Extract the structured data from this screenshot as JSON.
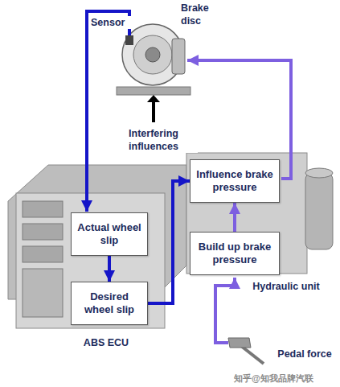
{
  "diagram": {
    "nodes": [
      {
        "text": [
          "Actual wheel slip"
        ]
      },
      {
        "text": [
          "Desired wheel slip"
        ]
      },
      {
        "text": [
          "Influence brake pressure"
        ]
      },
      {
        "text": [
          "Build up brake pressure"
        ]
      }
    ],
    "edges": [
      {
        "from": 0,
        "to": 1,
        "arrow": "to"
      },
      {
        "from": 1,
        "to": 2,
        "arrow": "to"
      },
      {
        "from": 3,
        "to": 2,
        "arrow": "to"
      }
    ],
    "labels": [
      "Sensor",
      "Brake disc",
      "Interfering influences",
      "ABS ECU",
      "Hydraulic unit",
      "Pedal force",
      "知乎@知我品牌汽联"
    ]
  }
}
